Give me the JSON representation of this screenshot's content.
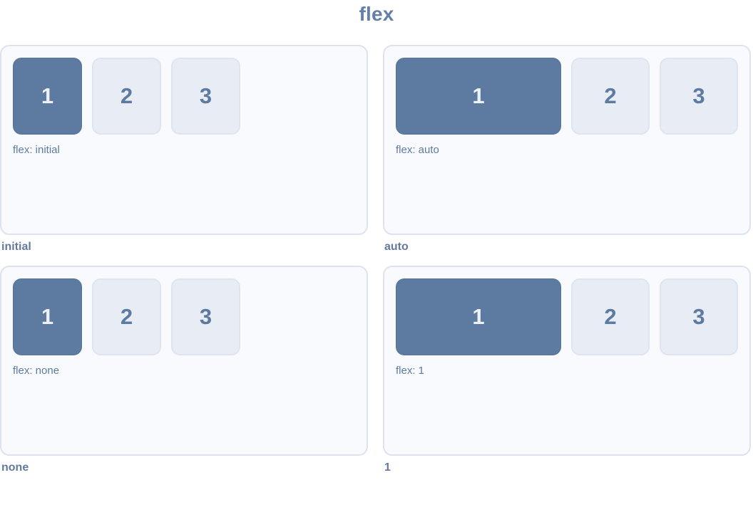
{
  "page": {
    "title": "flex"
  },
  "colors": {
    "accent_steel_blue": "#5d7ba1",
    "box1_background": "#5d7ba1",
    "box1_text": "#eef2f8",
    "box_light_background": "#e8edf5",
    "box_light_border": "#dee5f1",
    "panel_background": "#f8fafd",
    "panel_border": "#dce3ef",
    "title_text": "#6380a9",
    "caption_text": "#64799c"
  },
  "panels": [
    {
      "caption": "initial",
      "flex_label": "flex: initial",
      "flex_value": "initial",
      "boxes": [
        "1",
        "2",
        "3"
      ]
    },
    {
      "caption": "auto",
      "flex_label": "flex: auto",
      "flex_value": "auto",
      "boxes": [
        "1",
        "2",
        "3"
      ]
    },
    {
      "caption": "none",
      "flex_label": "flex: none",
      "flex_value": "none",
      "boxes": [
        "1",
        "2",
        "3"
      ]
    },
    {
      "caption": "1",
      "flex_label": "flex: 1",
      "flex_value": "1",
      "boxes": [
        "1",
        "2",
        "3"
      ]
    }
  ]
}
